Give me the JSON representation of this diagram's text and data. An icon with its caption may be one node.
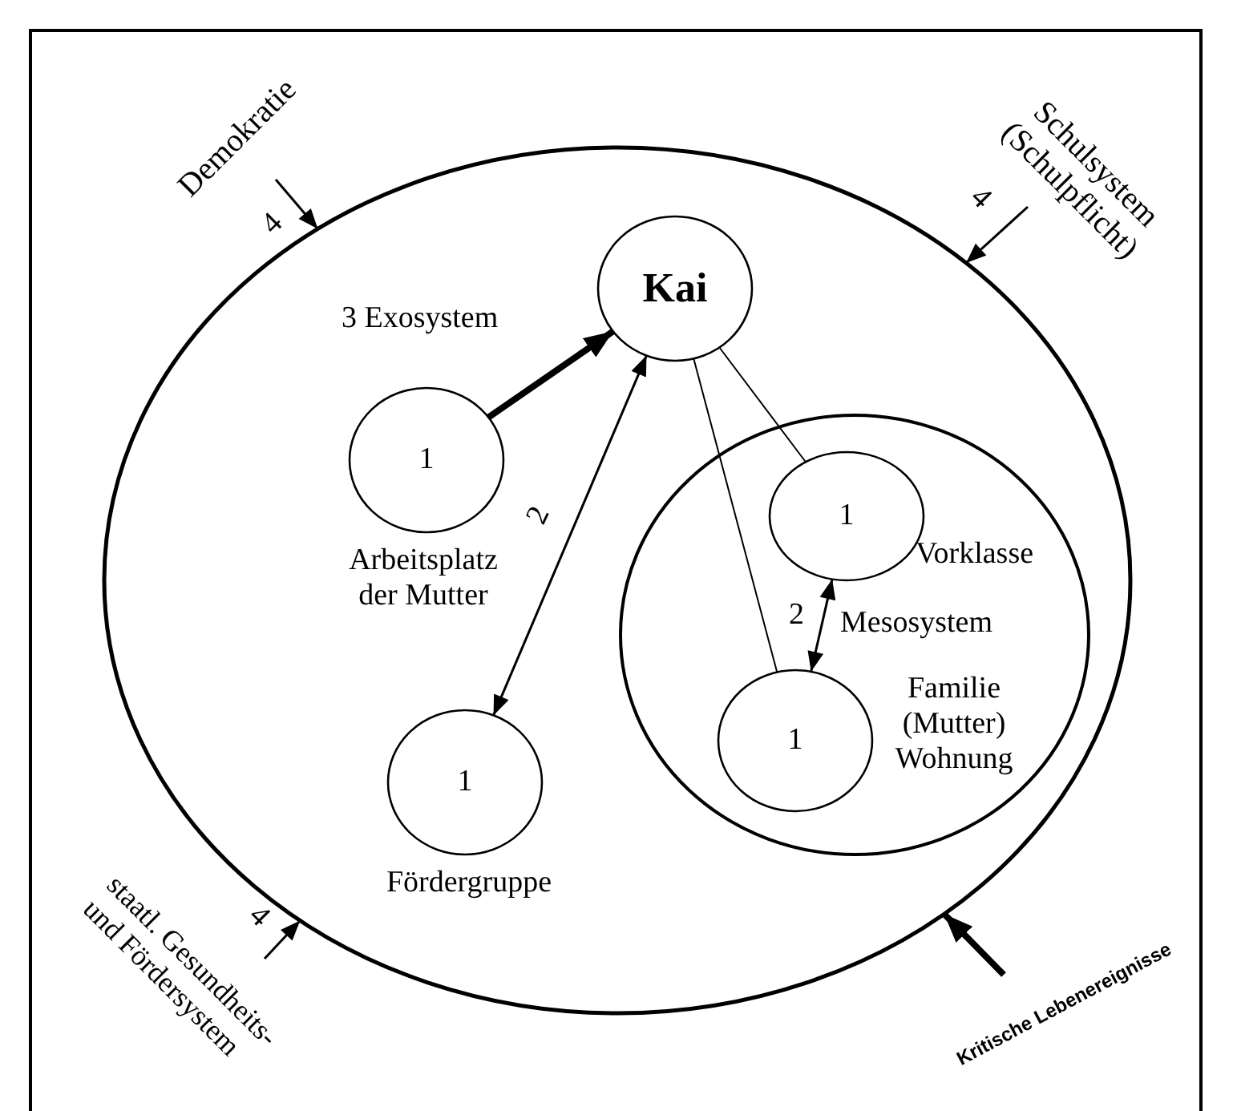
{
  "diagram": {
    "nodes": [
      {
        "text": [
          "3 Exosystem"
        ]
      },
      {
        "text": [
          "Kai"
        ],
        "in": 0
      },
      {
        "text": [
          "1",
          "Arbeitsplatz der Mutter"
        ],
        "in": 0
      },
      {
        "text": [
          "1",
          "Fördergruppe"
        ],
        "in": 0
      },
      {
        "text": [
          "Mesosystem"
        ],
        "in": 0
      },
      {
        "text": [
          "1",
          "Vorklasse"
        ],
        "in": 4
      },
      {
        "text": [
          "1",
          "Familie (Mutter) Wohnung"
        ],
        "in": 4
      },
      {
        "text": [
          "Demokratie"
        ]
      },
      {
        "text": [
          "Schulsystem (Schulpflicht)"
        ]
      },
      {
        "text": [
          "staatl. Gesundheits- und Fördersystem"
        ]
      },
      {
        "text": [
          "Kritische Lebenereignisse"
        ]
      }
    ],
    "edges": [
      {
        "from": 2,
        "to": 1,
        "arrow": "to",
        "style": "thick"
      },
      {
        "from": 1,
        "to": 3,
        "arrow": "both",
        "label": "2"
      },
      {
        "from": 1,
        "to": 5,
        "arrow": "none"
      },
      {
        "from": 1,
        "to": 6,
        "arrow": "none"
      },
      {
        "from": 5,
        "to": 6,
        "arrow": "both",
        "label": "2"
      },
      {
        "from": 7,
        "to": 0,
        "arrow": "to",
        "label": "4"
      },
      {
        "from": 8,
        "to": 0,
        "arrow": "to",
        "label": "4"
      },
      {
        "from": 9,
        "to": 0,
        "arrow": "to",
        "label": "4"
      },
      {
        "from": 10,
        "to": 0,
        "arrow": "to",
        "style": "thick"
      }
    ]
  }
}
